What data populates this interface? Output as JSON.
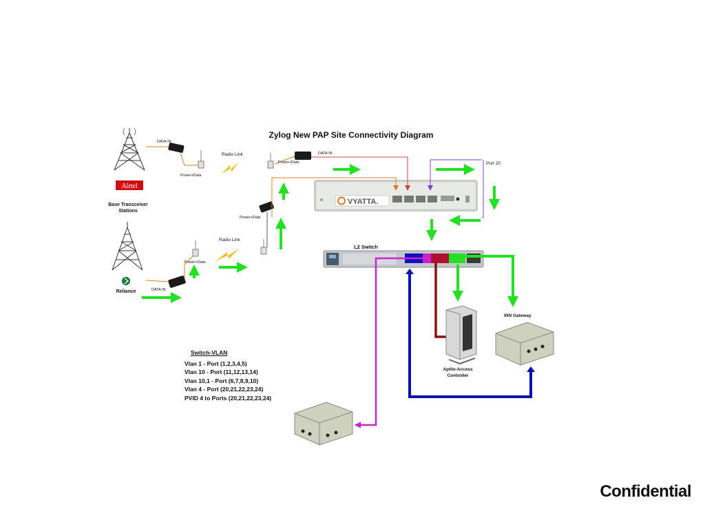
{
  "title": "Zylog New PAP Site Connectivity Diagram",
  "labels": {
    "data_in": "DATA IN",
    "power_data": "Power+Data",
    "radio_link": "Radio Link",
    "port_20": "Port 20",
    "bts": [
      "Base Transceiver",
      "Stations"
    ],
    "airtel_logo": "Airtel",
    "reliance": "Reliance",
    "l2_switch": "L2 Switch",
    "vyatta": "VYATTA.",
    "inn_gateway": "INN Gateway",
    "aptilo": [
      "Aptilo-Access",
      "Controller"
    ]
  },
  "vlan": {
    "title": "Switch-VLAN",
    "items": [
      "Vlan 1  - Port (1,2,3,4,5)",
      "Vlan 10 - Port (11,12,13,14)",
      "Vlan 10,1 - Port (6,7,8,9,10)",
      "Vlan 4 - Port (20,21,22,23,24)",
      "PVID 4 to Ports (20,21,22,23,24)"
    ]
  },
  "footer": "Confidential",
  "colors": {
    "flow": "#22e022",
    "vlan1": "#e07a20",
    "vlan10": "#d04040",
    "vlan_port20": "#8040c0",
    "aptilo_link": "#8b1010",
    "ap_link": "#0010b0",
    "wifi_link": "#cc22cc"
  }
}
